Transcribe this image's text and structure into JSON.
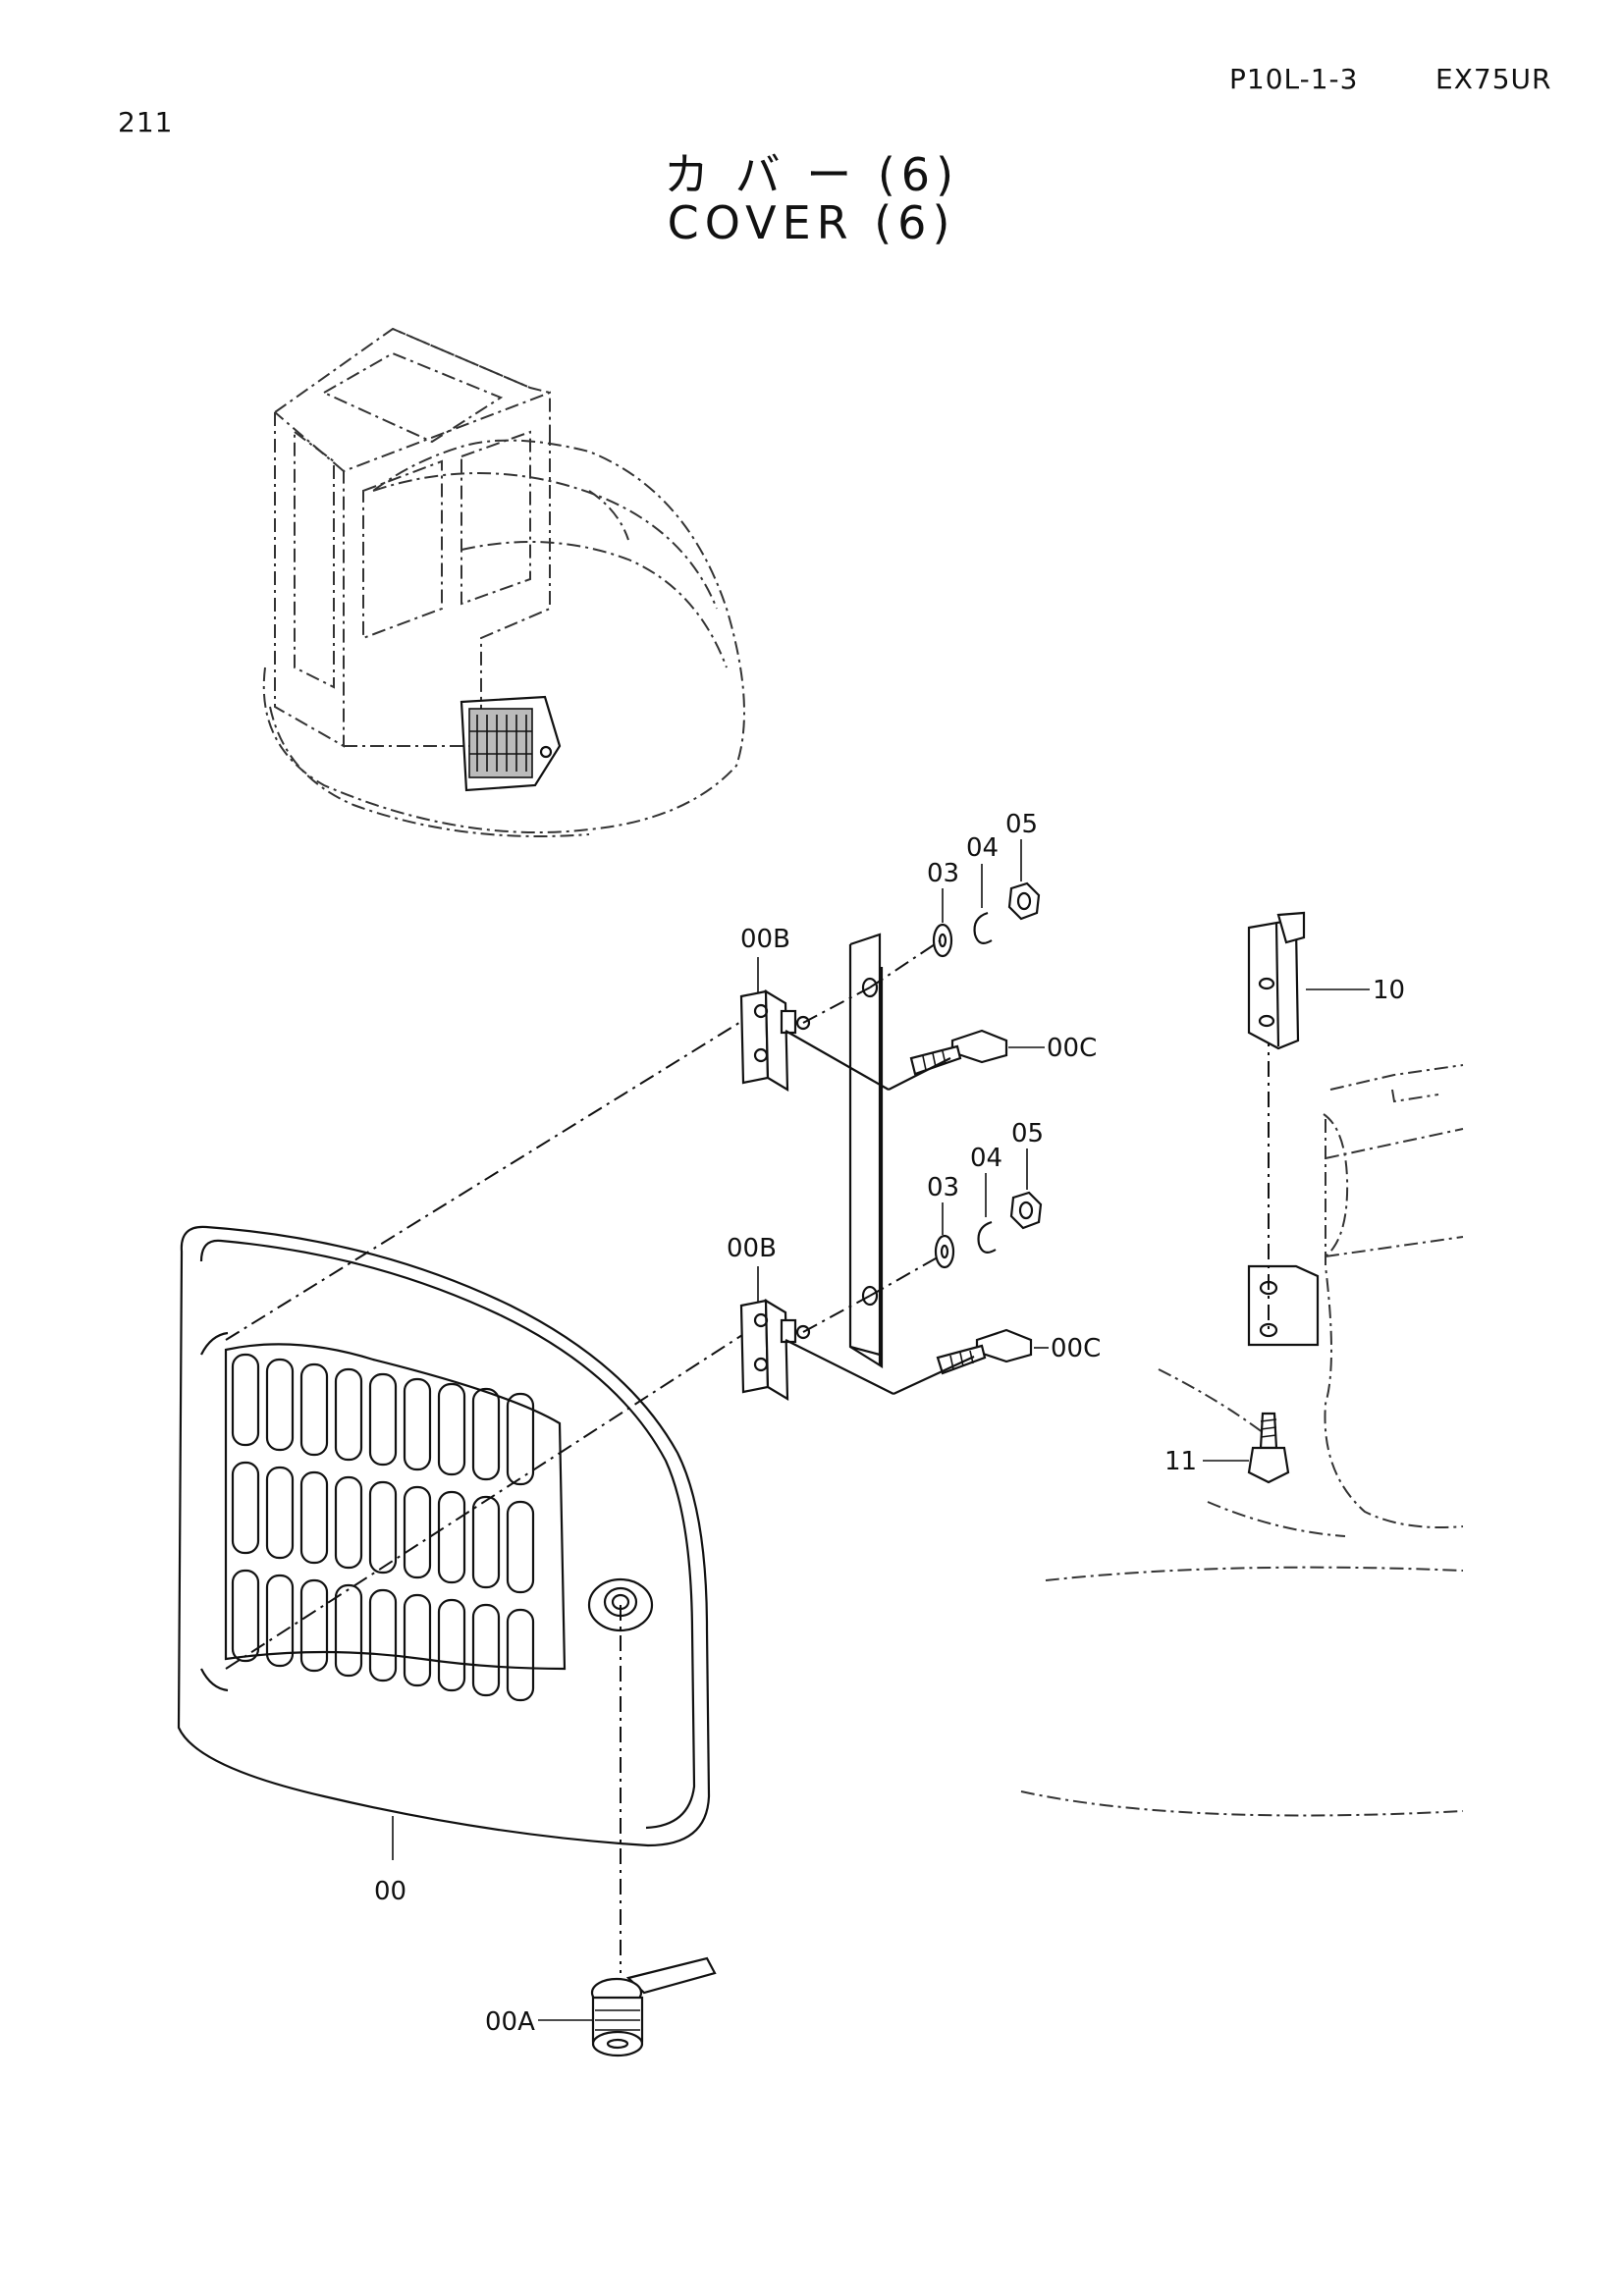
{
  "header": {
    "page_number": "211",
    "figure_code": "P10L-1-3",
    "model": "EX75UR"
  },
  "title": {
    "japanese": "カ バ ー (6)",
    "english": "COVER (6)"
  },
  "callouts": {
    "c00": "00",
    "c00A": "00A",
    "c00B_upper": "00B",
    "c00B_lower": "00B",
    "c00C_upper": "00C",
    "c00C_lower": "00C",
    "c03_upper": "03",
    "c04_upper": "04",
    "c05_upper": "05",
    "c03_lower": "03",
    "c04_lower": "04",
    "c05_lower": "05",
    "c10": "10",
    "c11": "11"
  }
}
